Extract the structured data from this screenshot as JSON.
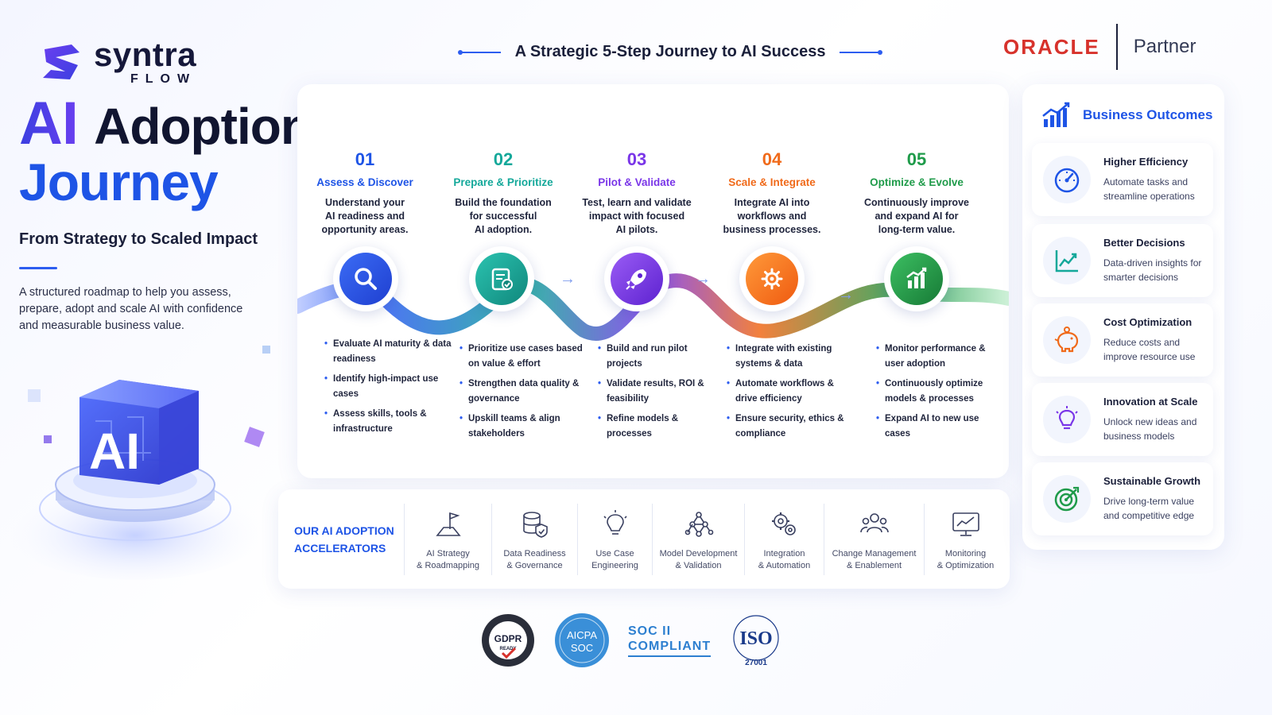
{
  "brand": {
    "name": "syntra",
    "sub": "FLOW"
  },
  "hero": {
    "title_ai": "AI",
    "title_adoption": "Adoption",
    "title_journey": "Journey",
    "subtitle": "From Strategy to Scaled Impact",
    "description": "A structured roadmap to help you assess, prepare, adopt and scale AI with confidence and measurable business value.",
    "cube_label": "AI"
  },
  "journey_title": "A Strategic 5-Step Journey to AI Success",
  "partner": {
    "vendor": "ORACLE",
    "label": "Partner"
  },
  "steps": [
    {
      "num": "01",
      "title": "Assess & Discover",
      "color": "#1e54e6",
      "desc_lines": [
        "Understand your",
        "AI readiness and",
        "opportunity areas."
      ],
      "bullets": [
        "Evaluate AI maturity & data readiness",
        "Identify high-impact use cases",
        "Assess skills, tools & infrastructure"
      ],
      "icon": "search-icon"
    },
    {
      "num": "02",
      "title": "Prepare & Prioritize",
      "color": "#14a89a",
      "desc_lines": [
        "Build the foundation",
        "for successful",
        "AI adoption."
      ],
      "bullets": [
        "Prioritize use cases based on value & effort",
        "Strengthen data quality & governance",
        "Upskill teams & align stakeholders"
      ],
      "icon": "clipboard-check-icon"
    },
    {
      "num": "03",
      "title": "Pilot & Validate",
      "color": "#7a36e8",
      "desc_lines": [
        "Test, learn and validate",
        "impact with focused",
        "AI pilots."
      ],
      "bullets": [
        "Build and run pilot projects",
        "Validate results, ROI & feasibility",
        "Refine models & processes"
      ],
      "icon": "rocket-icon"
    },
    {
      "num": "04",
      "title": "Scale & Integrate",
      "color": "#f06a1a",
      "desc_lines": [
        "Integrate AI into",
        "workflows and",
        "business processes."
      ],
      "bullets": [
        "Integrate with existing systems & data",
        "Automate workflows & drive efficiency",
        "Ensure security, ethics & compliance"
      ],
      "icon": "gear-network-icon"
    },
    {
      "num": "05",
      "title": "Optimize & Evolve",
      "color": "#1f9b4a",
      "desc_lines": [
        "Continuously improve",
        "and expand AI for",
        "long-term value."
      ],
      "bullets": [
        "Monitor performance & user adoption",
        "Continuously optimize models & processes",
        "Expand AI to new use cases"
      ],
      "icon": "bar-chart-up-icon"
    }
  ],
  "accelerators": {
    "label_lines": [
      "OUR AI ADOPTION",
      "ACCELERATORS"
    ],
    "items": [
      {
        "lines": [
          "AI Strategy",
          "& Roadmapping"
        ],
        "icon": "flag-map-icon"
      },
      {
        "lines": [
          "Data Readiness",
          "& Governance"
        ],
        "icon": "database-shield-icon"
      },
      {
        "lines": [
          "Use Case",
          "Engineering"
        ],
        "icon": "lightbulb-icon"
      },
      {
        "lines": [
          "Model Development",
          "& Validation"
        ],
        "icon": "network-nodes-icon"
      },
      {
        "lines": [
          "Integration",
          "& Automation"
        ],
        "icon": "gears-icon"
      },
      {
        "lines": [
          "Change Management",
          "& Enablement"
        ],
        "icon": "team-icon"
      },
      {
        "lines": [
          "Monitoring",
          "& Optimization"
        ],
        "icon": "monitor-chart-icon"
      }
    ]
  },
  "outcomes": {
    "title": "Business Outcomes",
    "items": [
      {
        "name": "Higher Efficiency",
        "desc": "Automate tasks and streamline operations",
        "icon": "speedometer-icon",
        "color": "#1e54e6"
      },
      {
        "name": "Better Decisions",
        "desc": "Data-driven insights for smarter decisions",
        "icon": "line-chart-icon",
        "color": "#14a89a"
      },
      {
        "name": "Cost Optimization",
        "desc": "Reduce costs and improve resource use",
        "icon": "piggy-bank-icon",
        "color": "#f06a1a"
      },
      {
        "name": "Innovation at Scale",
        "desc": "Unlock new ideas and business models",
        "icon": "lightbulb-icon",
        "color": "#7a36e8"
      },
      {
        "name": "Sustainable Growth",
        "desc": "Drive long-term value and competitive edge",
        "icon": "target-icon",
        "color": "#1f9b4a"
      }
    ]
  },
  "certs": {
    "gdpr": "GDPR",
    "gdpr_sub": "READY",
    "aicpa_top": "AICPA",
    "aicpa_bottom": "SOC",
    "soc_line1": "SOC II",
    "soc_line2": "COMPLIANT",
    "iso": "ISO",
    "iso_num": "27001"
  }
}
